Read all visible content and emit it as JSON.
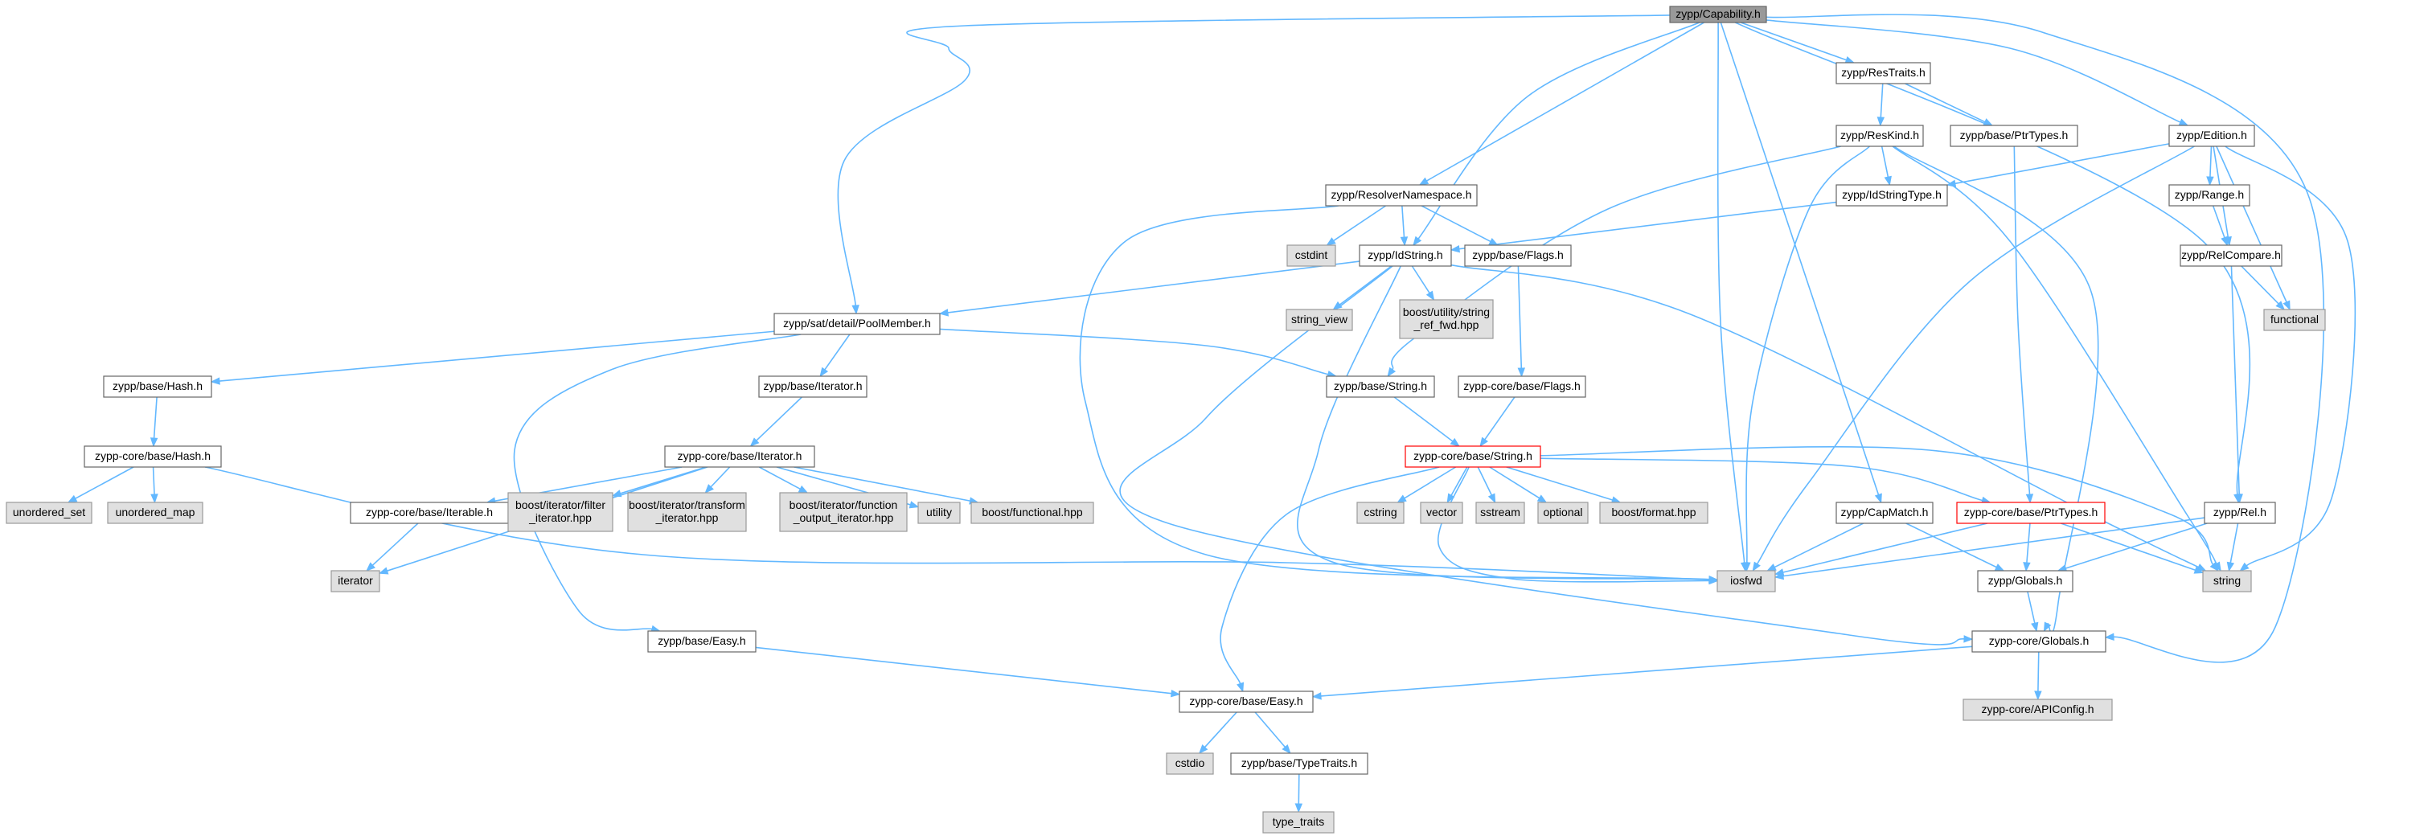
{
  "colors": {
    "edge": "#63b8ff",
    "root_fill": "#999999",
    "ext_fill": "#e0e0e0",
    "border": "#666666",
    "highlight_border": "#ff0000"
  },
  "nodes": [
    {
      "id": "capability",
      "lines": [
        "zypp/Capability.h"
      ],
      "kind": "root"
    },
    {
      "id": "restraits",
      "lines": [
        "zypp/ResTraits.h"
      ],
      "kind": "plain"
    },
    {
      "id": "reskind",
      "lines": [
        "zypp/ResKind.h"
      ],
      "kind": "plain"
    },
    {
      "id": "baseptrtypes",
      "lines": [
        "zypp/base/PtrTypes.h"
      ],
      "kind": "plain"
    },
    {
      "id": "edition",
      "lines": [
        "zypp/Edition.h"
      ],
      "kind": "plain"
    },
    {
      "id": "resolvernamespace",
      "lines": [
        "zypp/ResolverNamespace.h"
      ],
      "kind": "plain"
    },
    {
      "id": "idstringtype",
      "lines": [
        "zypp/IdStringType.h"
      ],
      "kind": "plain"
    },
    {
      "id": "range",
      "lines": [
        "zypp/Range.h"
      ],
      "kind": "plain"
    },
    {
      "id": "cstdint",
      "lines": [
        "cstdint"
      ],
      "kind": "ext"
    },
    {
      "id": "idstring",
      "lines": [
        "zypp/IdString.h"
      ],
      "kind": "plain"
    },
    {
      "id": "baseflags",
      "lines": [
        "zypp/base/Flags.h"
      ],
      "kind": "plain"
    },
    {
      "id": "relcompare",
      "lines": [
        "zypp/RelCompare.h"
      ],
      "kind": "plain"
    },
    {
      "id": "stringview",
      "lines": [
        "string_view"
      ],
      "kind": "ext"
    },
    {
      "id": "boostutility",
      "lines": [
        "boost/utility/string",
        "_ref_fwd.hpp"
      ],
      "kind": "ext"
    },
    {
      "id": "functional",
      "lines": [
        "functional"
      ],
      "kind": "ext"
    },
    {
      "id": "poolmember",
      "lines": [
        "zypp/sat/detail/PoolMember.h"
      ],
      "kind": "plain"
    },
    {
      "id": "basehash",
      "lines": [
        "zypp/base/Hash.h"
      ],
      "kind": "plain"
    },
    {
      "id": "baseiterator",
      "lines": [
        "zypp/base/Iterator.h"
      ],
      "kind": "plain"
    },
    {
      "id": "basestring",
      "lines": [
        "zypp/base/String.h"
      ],
      "kind": "plain"
    },
    {
      "id": "coreflags",
      "lines": [
        "zypp-core/base/Flags.h"
      ],
      "kind": "plain"
    },
    {
      "id": "corehash",
      "lines": [
        "zypp-core/base/Hash.h"
      ],
      "kind": "plain"
    },
    {
      "id": "coreiterator",
      "lines": [
        "zypp-core/base/Iterator.h"
      ],
      "kind": "plain"
    },
    {
      "id": "corestring",
      "lines": [
        "zypp-core/base/String.h"
      ],
      "kind": "red"
    },
    {
      "id": "unorderedset",
      "lines": [
        "unordered_set"
      ],
      "kind": "ext"
    },
    {
      "id": "unorderedmap",
      "lines": [
        "unordered_map"
      ],
      "kind": "ext"
    },
    {
      "id": "coreiterable",
      "lines": [
        "zypp-core/base/Iterable.h"
      ],
      "kind": "plain"
    },
    {
      "id": "boostfilter",
      "lines": [
        "boost/iterator/filter",
        "_iterator.hpp"
      ],
      "kind": "ext"
    },
    {
      "id": "boosttransform",
      "lines": [
        "boost/iterator/transform",
        "_iterator.hpp"
      ],
      "kind": "ext"
    },
    {
      "id": "boostfunction",
      "lines": [
        "boost/iterator/function",
        "_output_iterator.hpp"
      ],
      "kind": "ext"
    },
    {
      "id": "utility",
      "lines": [
        "utility"
      ],
      "kind": "ext"
    },
    {
      "id": "boostfunctional",
      "lines": [
        "boost/functional.hpp"
      ],
      "kind": "ext"
    },
    {
      "id": "cstring",
      "lines": [
        "cstring"
      ],
      "kind": "ext"
    },
    {
      "id": "vector",
      "lines": [
        "vector"
      ],
      "kind": "ext"
    },
    {
      "id": "sstream",
      "lines": [
        "sstream"
      ],
      "kind": "ext"
    },
    {
      "id": "optional",
      "lines": [
        "optional"
      ],
      "kind": "ext"
    },
    {
      "id": "boostformat",
      "lines": [
        "boost/format.hpp"
      ],
      "kind": "ext"
    },
    {
      "id": "capmatch",
      "lines": [
        "zypp/CapMatch.h"
      ],
      "kind": "plain"
    },
    {
      "id": "coreptrtypes",
      "lines": [
        "zypp-core/base/PtrTypes.h"
      ],
      "kind": "red"
    },
    {
      "id": "rel",
      "lines": [
        "zypp/Rel.h"
      ],
      "kind": "plain"
    },
    {
      "id": "iterator",
      "lines": [
        "iterator"
      ],
      "kind": "ext"
    },
    {
      "id": "iosfwd",
      "lines": [
        "iosfwd"
      ],
      "kind": "ext"
    },
    {
      "id": "globals",
      "lines": [
        "zypp/Globals.h"
      ],
      "kind": "plain"
    },
    {
      "id": "string",
      "lines": [
        "string"
      ],
      "kind": "ext"
    },
    {
      "id": "baseeasy",
      "lines": [
        "zypp/base/Easy.h"
      ],
      "kind": "plain"
    },
    {
      "id": "coreglobals",
      "lines": [
        "zypp-core/Globals.h"
      ],
      "kind": "plain"
    },
    {
      "id": "coreeasy",
      "lines": [
        "zypp-core/base/Easy.h"
      ],
      "kind": "plain"
    },
    {
      "id": "apiconfig",
      "lines": [
        "zypp-core/APIConfig.h"
      ],
      "kind": "ext"
    },
    {
      "id": "cstdio",
      "lines": [
        "cstdio"
      ],
      "kind": "ext"
    },
    {
      "id": "typetraitsh",
      "lines": [
        "zypp/base/TypeTraits.h"
      ],
      "kind": "plain"
    },
    {
      "id": "typetraits",
      "lines": [
        "type_traits"
      ],
      "kind": "ext"
    }
  ],
  "edges": [
    [
      "capability",
      "restraits"
    ],
    [
      "capability",
      "edition"
    ],
    [
      "capability",
      "resolvernamespace"
    ],
    [
      "capability",
      "idstring"
    ],
    [
      "capability",
      "poolmember"
    ],
    [
      "capability",
      "capmatch"
    ],
    [
      "capability",
      "rel"
    ],
    [
      "capability",
      "iosfwd"
    ],
    [
      "capability",
      "coreglobals"
    ],
    [
      "restraits",
      "reskind"
    ],
    [
      "restraits",
      "baseptrtypes"
    ],
    [
      "reskind",
      "idstringtype"
    ],
    [
      "reskind",
      "basestring"
    ],
    [
      "reskind",
      "iosfwd"
    ],
    [
      "reskind",
      "string"
    ],
    [
      "reskind",
      "coreglobals"
    ],
    [
      "baseptrtypes",
      "coreptrtypes"
    ],
    [
      "edition",
      "idstringtype"
    ],
    [
      "edition",
      "range"
    ],
    [
      "edition",
      "relcompare"
    ],
    [
      "edition",
      "functional"
    ],
    [
      "edition",
      "iosfwd"
    ],
    [
      "edition",
      "string"
    ],
    [
      "resolvernamespace",
      "cstdint"
    ],
    [
      "resolvernamespace",
      "idstring"
    ],
    [
      "resolvernamespace",
      "baseflags"
    ],
    [
      "resolvernamespace",
      "iosfwd"
    ],
    [
      "idstringtype",
      "idstring"
    ],
    [
      "range",
      "relcompare"
    ],
    [
      "relcompare",
      "functional"
    ],
    [
      "relcompare",
      "rel"
    ],
    [
      "idstring",
      "stringview"
    ],
    [
      "idstring",
      "boostutility"
    ],
    [
      "idstring",
      "poolmember"
    ],
    [
      "idstring",
      "iosfwd"
    ],
    [
      "idstring",
      "string"
    ],
    [
      "idstring",
      "coreglobals"
    ],
    [
      "baseflags",
      "coreflags"
    ],
    [
      "poolmember",
      "basehash"
    ],
    [
      "poolmember",
      "baseiterator"
    ],
    [
      "poolmember",
      "basestring"
    ],
    [
      "poolmember",
      "baseeasy"
    ],
    [
      "basehash",
      "corehash"
    ],
    [
      "baseiterator",
      "coreiterator"
    ],
    [
      "basestring",
      "corestring"
    ],
    [
      "coreflags",
      "corestring"
    ],
    [
      "corehash",
      "unorderedset"
    ],
    [
      "corehash",
      "unorderedmap"
    ],
    [
      "corehash",
      "iosfwd"
    ],
    [
      "coreiterator",
      "coreiterable"
    ],
    [
      "coreiterator",
      "boostfilter"
    ],
    [
      "coreiterator",
      "boosttransform"
    ],
    [
      "coreiterator",
      "boostfunction"
    ],
    [
      "coreiterator",
      "utility"
    ],
    [
      "coreiterator",
      "boostfunctional"
    ],
    [
      "coreiterator",
      "iterator"
    ],
    [
      "coreiterable",
      "iterator"
    ],
    [
      "corestring",
      "cstring"
    ],
    [
      "corestring",
      "vector"
    ],
    [
      "corestring",
      "sstream"
    ],
    [
      "corestring",
      "optional"
    ],
    [
      "corestring",
      "boostformat"
    ],
    [
      "corestring",
      "iosfwd"
    ],
    [
      "corestring",
      "string"
    ],
    [
      "corestring",
      "coreptrtypes"
    ],
    [
      "corestring",
      "coreeasy"
    ],
    [
      "capmatch",
      "iosfwd"
    ],
    [
      "capmatch",
      "globals"
    ],
    [
      "coreptrtypes",
      "iosfwd"
    ],
    [
      "coreptrtypes",
      "string"
    ],
    [
      "coreptrtypes",
      "globals"
    ],
    [
      "rel",
      "iosfwd"
    ],
    [
      "rel",
      "string"
    ],
    [
      "rel",
      "globals"
    ],
    [
      "globals",
      "coreglobals"
    ],
    [
      "baseeasy",
      "coreeasy"
    ],
    [
      "coreglobals",
      "apiconfig"
    ],
    [
      "coreglobals",
      "coreeasy"
    ],
    [
      "coreeasy",
      "cstdio"
    ],
    [
      "coreeasy",
      "typetraitsh"
    ],
    [
      "typetraitsh",
      "typetraits"
    ]
  ]
}
